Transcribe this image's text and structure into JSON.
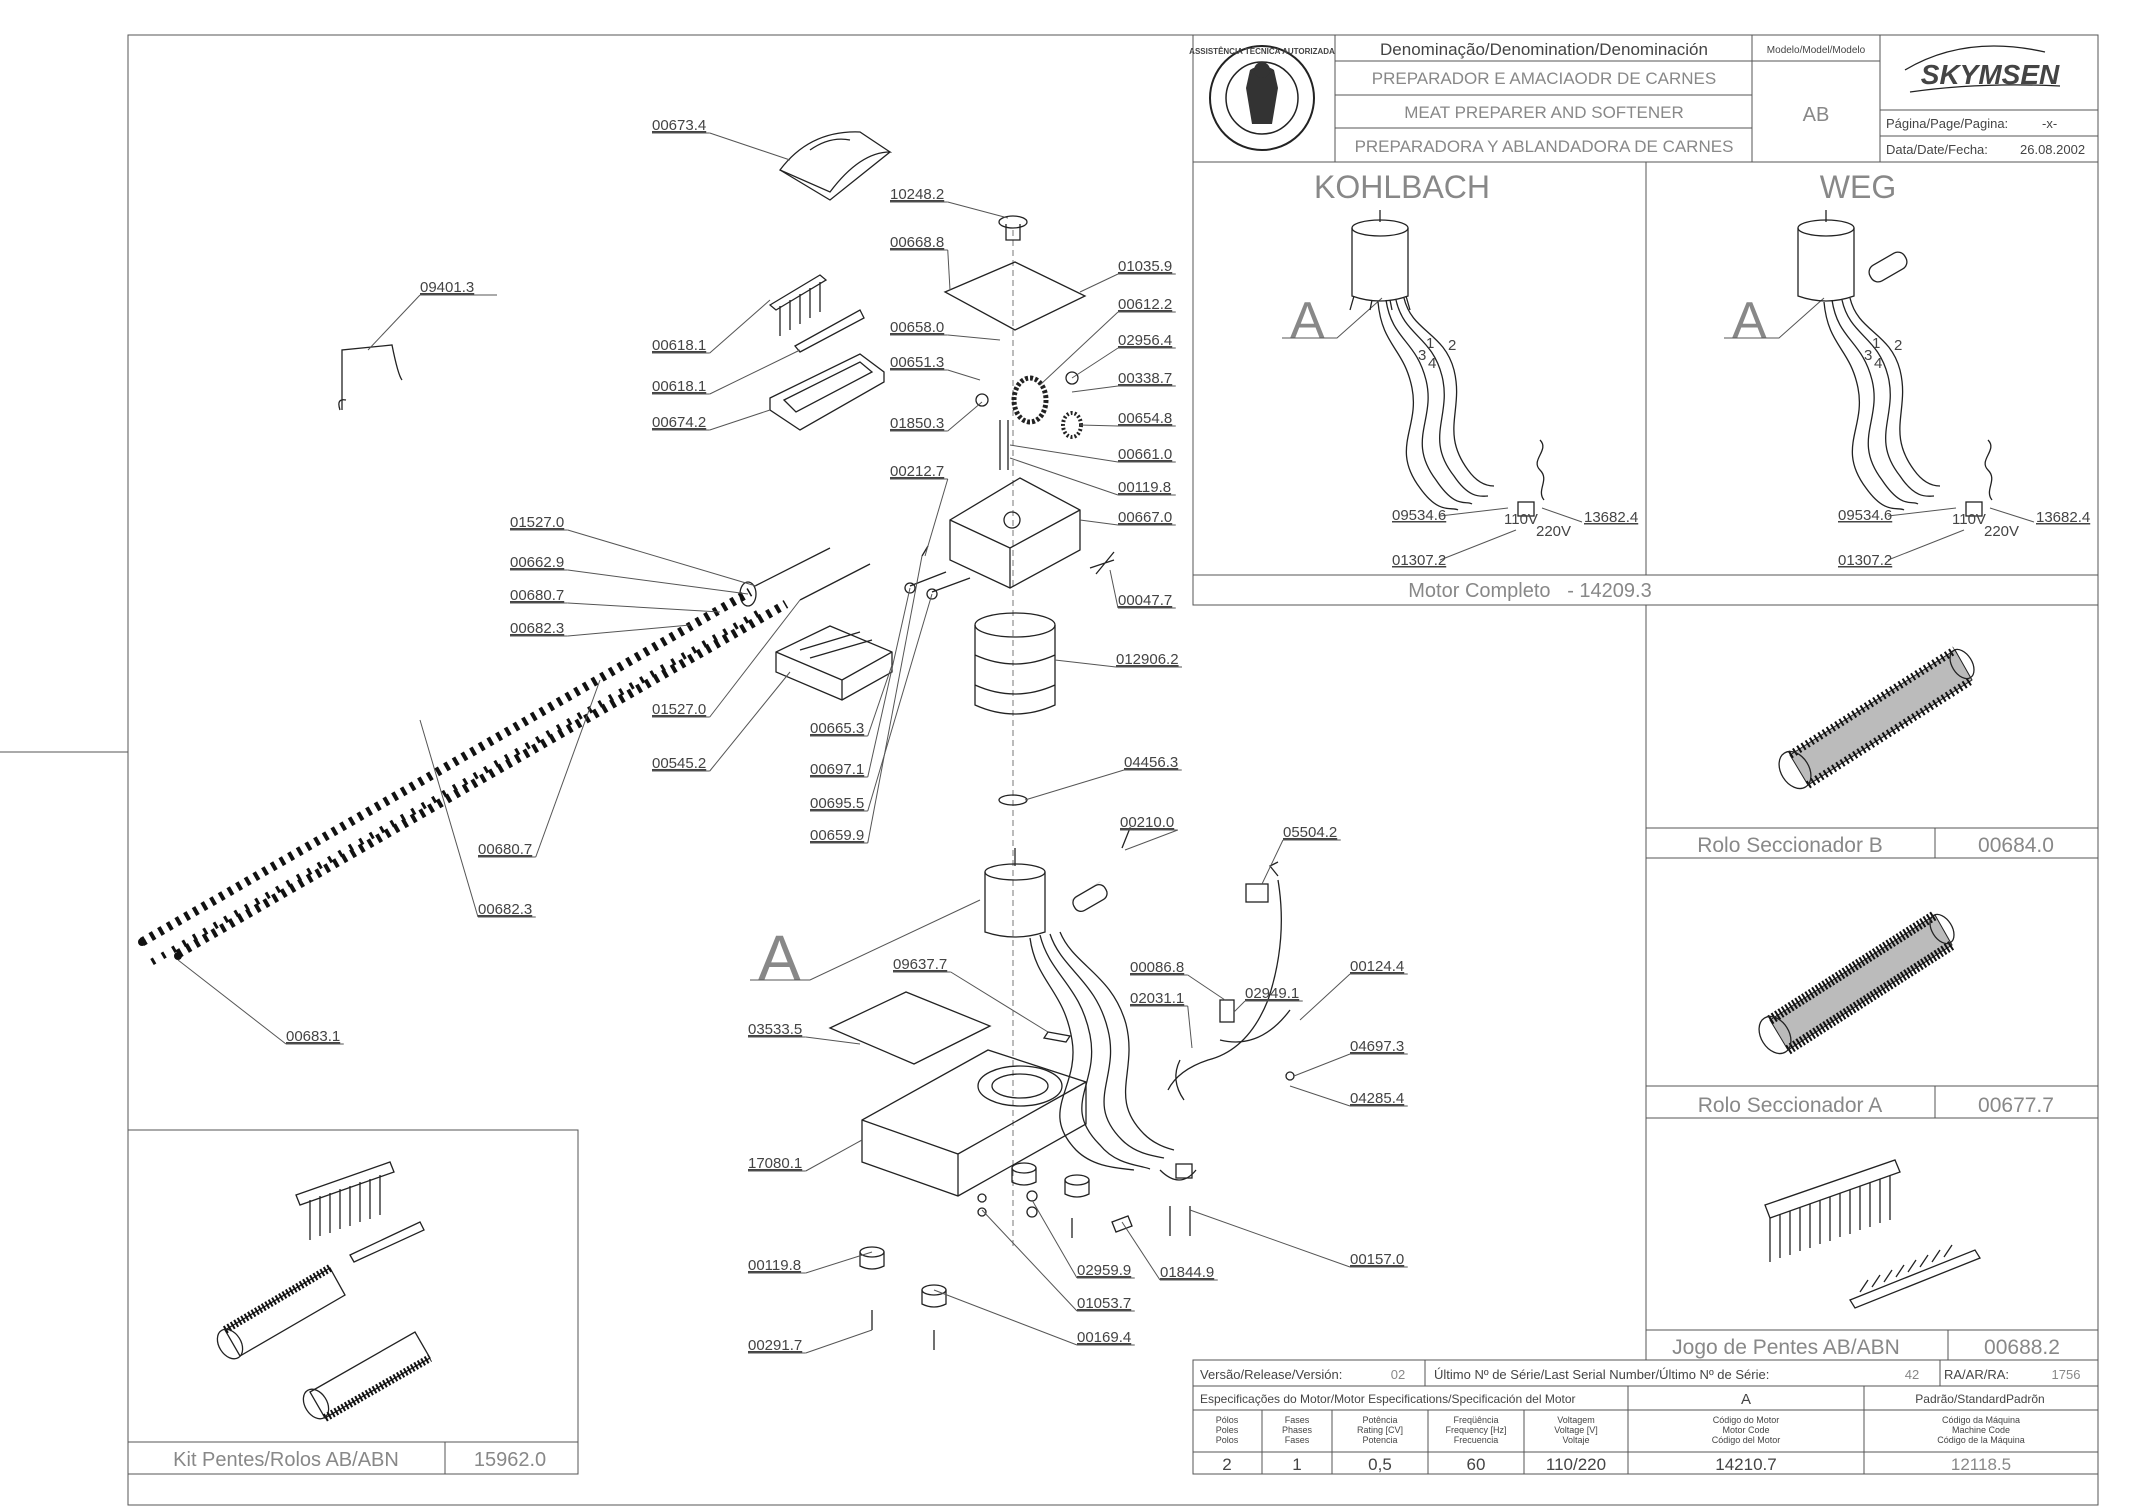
{
  "title_block": {
    "denomination_header": "Denominação/Denomination/Denominación",
    "model_header": "Modelo/Model/Modelo",
    "name_pt": "PREPARADOR E AMACIAODR DE CARNES",
    "name_en": "MEAT PREPARER AND SOFTENER",
    "name_es": "PREPARADORA Y ABLANDADORA DE CARNES",
    "model": "AB",
    "brand": "SKYMSEN",
    "page_label": "Página/Page/Pagina:",
    "page_value": "-x-",
    "date_label": "Data/Date/Fecha:",
    "date_value": "26.08.2002",
    "seal_text": "ASSISTÊNCIA TÉCNICA AUTORIZADA"
  },
  "motor_panels": {
    "kohlbach_title": "KOHLBACH",
    "weg_title": "WEG",
    "callout": "A",
    "kohlbach_parts": [
      "09534.6",
      "13682.4",
      "01307.2"
    ],
    "weg_parts": [
      "09534.6",
      "13682.4",
      "01307.2"
    ],
    "wire_numbers": [
      "1",
      "2",
      "3",
      "4"
    ],
    "volt_a": "110V",
    "volt_b": "220V",
    "caption": "Motor Completo   - 14209.3"
  },
  "rollers": [
    {
      "name": "Rolo Seccionador B",
      "code": "00684.0"
    },
    {
      "name": "Rolo Seccionador A",
      "code": "00677.7"
    },
    {
      "name": "Jogo de Pentes AB/ABN",
      "code": "00688.2"
    }
  ],
  "kit": {
    "name": "Kit Pentes/Rolos AB/ABN",
    "code": "15962.0"
  },
  "release_row": {
    "version_label": "Versão/Release/Versión:",
    "version": "02",
    "serial_label": "Último Nº de Série/Last Serial Number/Último Nº de Série:",
    "serial": "42",
    "ra_label": "RA/AR/RA:",
    "ra": "1756"
  },
  "spec_table": {
    "header": "Especificações do Motor/Motor Especifications/Specificación del Motor",
    "motor_letter": "A",
    "standard_label": "Padrão/StandardPadrõn",
    "columns": [
      {
        "label": "Pólos\nPoles\nPolos",
        "value": "2"
      },
      {
        "label": "Fases\nPhases\nFases",
        "value": "1"
      },
      {
        "label": "Potência\nRating [CV]\nPotencia",
        "value": "0,5"
      },
      {
        "label": "Freqüência\nFrequency [Hz]\nFrecuencia",
        "value": "60"
      },
      {
        "label": "Voltagem\nVoltage [V]\nVoltaje",
        "value": "110/220"
      },
      {
        "label": "Código do Motor\nMotor Code\nCódigo del Motor",
        "value": "14210.7"
      },
      {
        "label": "Código da Máquina\nMachine Code\nCódigo de la Máquina",
        "value": "12118.5"
      }
    ]
  },
  "main_callout": "A",
  "exploded_labels": [
    "00673.4",
    "10248.2",
    "00668.8",
    "01035.9",
    "00612.2",
    "02956.4",
    "00338.7",
    "00654.8",
    "00658.0",
    "00651.3",
    "01850.3",
    "00661.0",
    "00119.8",
    "00212.7",
    "00667.0",
    "00047.7",
    "012906.2",
    "09401.3",
    "00618.1",
    "00618.1",
    "00674.2",
    "01527.0",
    "00662.9",
    "00680.7",
    "00682.3",
    "01527.0",
    "00545.2",
    "00665.3",
    "00697.1",
    "00695.5",
    "00659.9",
    "00680.7",
    "00682.3",
    "00683.1",
    "04456.3",
    "00210.0",
    "05504.2",
    "00086.8",
    "02031.1",
    "02949.1",
    "00124.4",
    "04697.3",
    "04285.4",
    "09637.7",
    "03533.5",
    "17080.1",
    "00119.8",
    "00291.7",
    "02959.9",
    "01053.7",
    "00169.4",
    "01844.9",
    "00157.0"
  ]
}
